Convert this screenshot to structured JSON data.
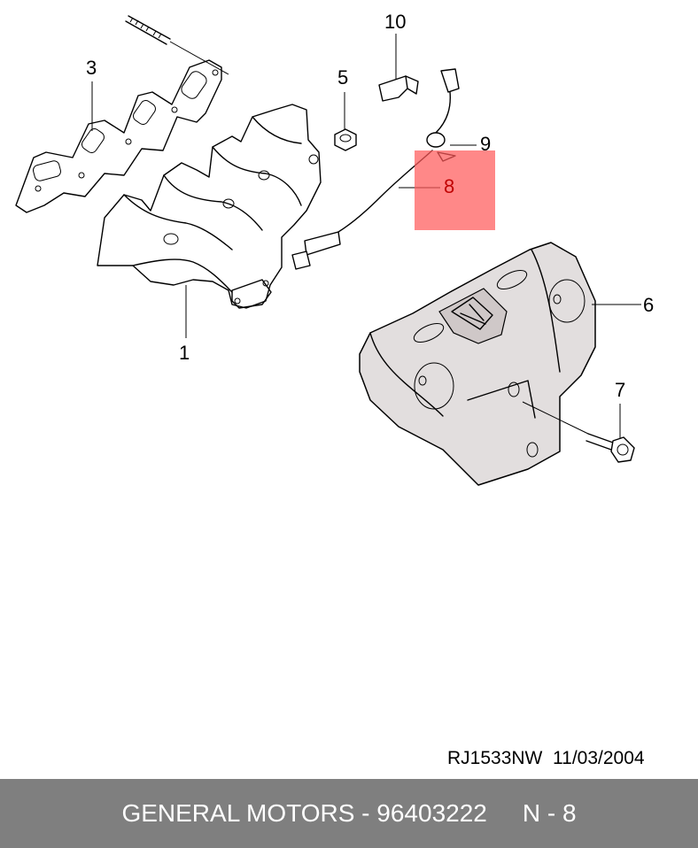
{
  "callouts": {
    "c1": "1",
    "c3": "3",
    "c5": "5",
    "c6": "6",
    "c7": "7",
    "c8": "8",
    "c9": "9",
    "c10": "10"
  },
  "drawing_ref": {
    "code": "RJ1533NW",
    "date": "11/03/2004"
  },
  "footer": {
    "text": "GENERAL MOTORS - 96403222",
    "page": "N - 8"
  },
  "colors": {
    "highlight": "#ff5a5a",
    "highlight_text": "#c00000",
    "footer_bg": "#7f7f7f",
    "footer_text": "#ffffff"
  }
}
